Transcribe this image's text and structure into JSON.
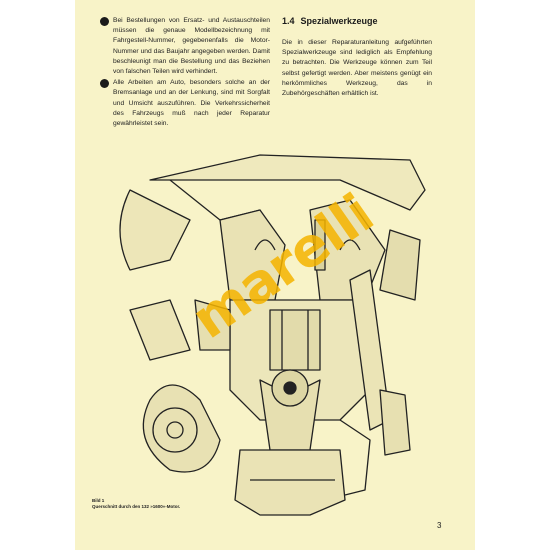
{
  "bullets": [
    {
      "text": "Bei Bestellungen von Ersatz- und Austauschteilen müssen die genaue Modellbezeichnung mit Fahrgestell-Nummer, gegebenenfalls die Motor-Nummer und das Baujahr angegeben werden. Damit beschleunigt man die Bestellung und das Beziehen von falschen Teilen wird verhindert."
    },
    {
      "text": "Alle Arbeiten am Auto, besonders solche an der Bremsanlage und an der Lenkung, sind mit Sorgfalt und Umsicht auszuführen. Die Verkehrssicherheit des Fahrzeugs muß nach jeder Reparatur gewährleistet sein."
    }
  ],
  "section": {
    "number": "1.4",
    "title": "Spezialwerkzeuge",
    "body": "Die in dieser Reparaturanleitung aufgeführten Spezialwerkzeuge sind lediglich als Empfehlung zu betrachten. Die Werkzeuge können zum Teil selbst gefertigt werden. Aber meistens genügt ein herkömmliches Werkzeug, das in Zubehörgeschäften erhältlich ist."
  },
  "figure": {
    "label": "Bild 1",
    "caption": "Querschnitt durch den 132 »1600«-Motor."
  },
  "page_number": "3",
  "watermark": "marelli",
  "colors": {
    "paper": "#f8f3c8",
    "ink": "#1b1b1b",
    "watermark": "#f5b400"
  }
}
